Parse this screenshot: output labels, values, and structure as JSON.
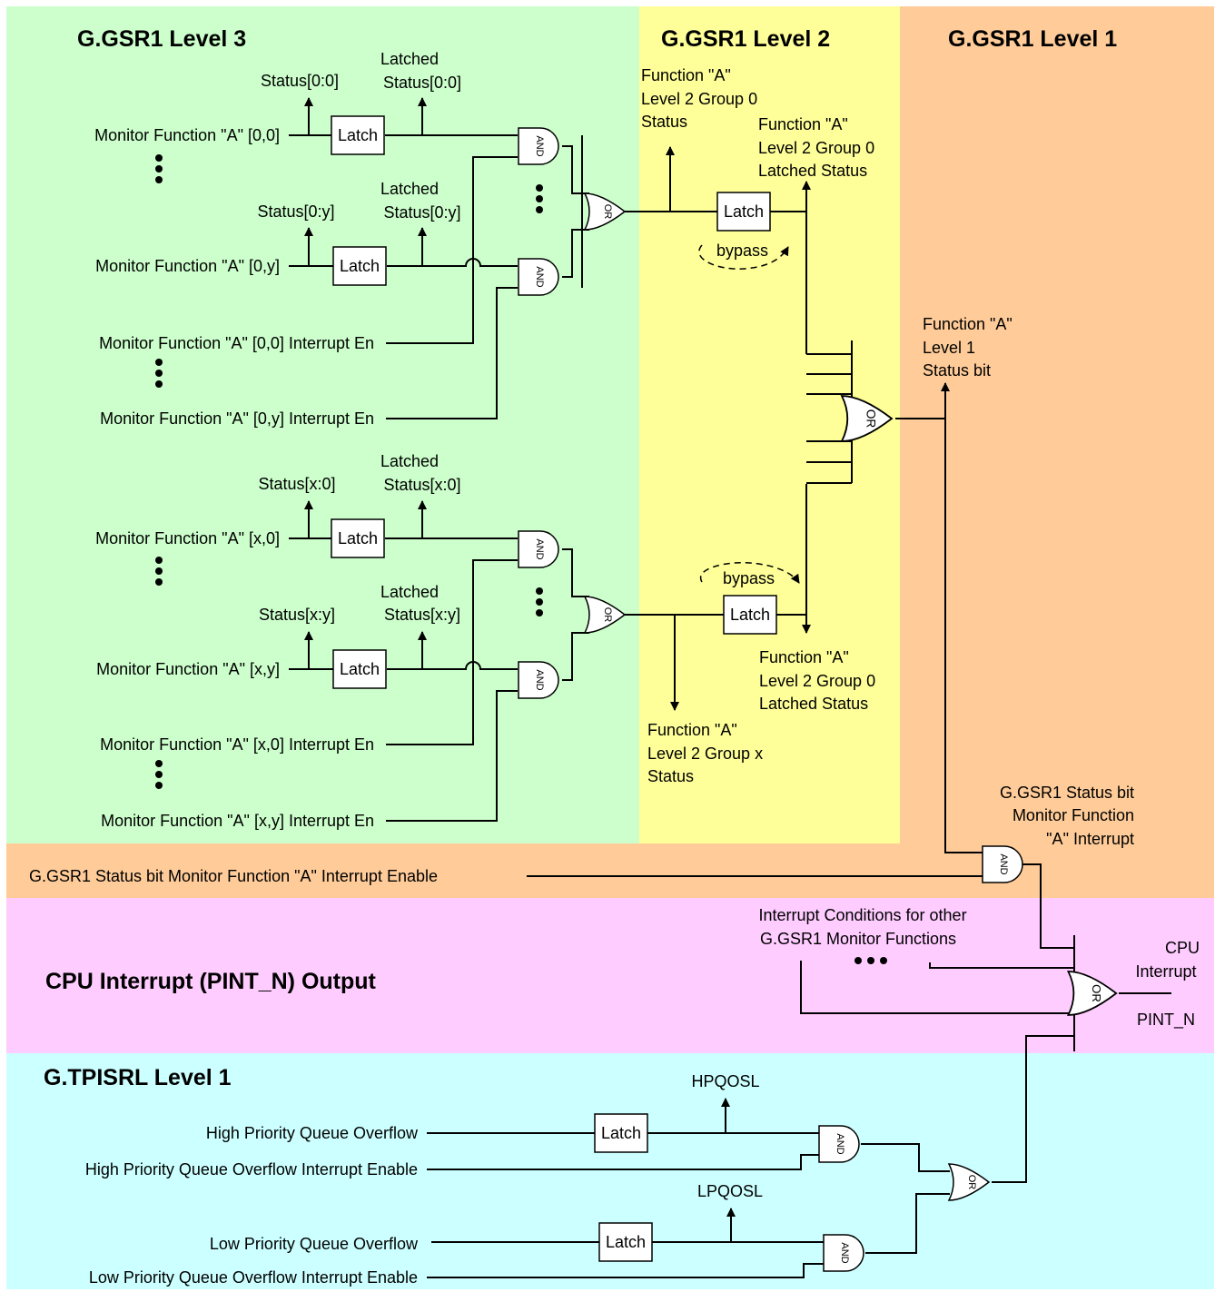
{
  "colors": {
    "level3_bg": "#ccffcc",
    "level2_bg": "#ffff99",
    "level1_bg": "#ffcc99",
    "cpu_bg": "#ffccff",
    "tpisrl_bg": "#ccffff"
  },
  "headings": {
    "level3": "G.GSR1 Level 3",
    "level2": "G.GSR1 Level 2",
    "level1": "G.GSR1 Level 1",
    "cpu": "CPU Interrupt (PINT_N) Output",
    "tpisrl": "G.TPISRL Level 1"
  },
  "gates": {
    "and": "AND",
    "or": "OR"
  },
  "latch": "Latch",
  "bypass": "bypass",
  "level3": {
    "inputs": [
      "Monitor Function \"A\" [0,0]",
      "Monitor Function \"A\" [0,y]",
      "Monitor Function \"A\" [0,0] Interrupt En",
      "Monitor Function \"A\" [0,y] Interrupt En",
      "Monitor Function \"A\" [x,0]",
      "Monitor Function \"A\" [x,y]",
      "Monitor Function \"A\" [x,0] Interrupt En",
      "Monitor Function \"A\" [x,y] Interrupt En"
    ],
    "status": [
      "Status[0:0]",
      "Status[0:y]",
      "Status[x:0]",
      "Status[x:y]"
    ],
    "latched_word": "Latched",
    "latched": [
      "Status[0:0]",
      "Status[0:y]",
      "Status[x:0]",
      "Status[x:y]"
    ]
  },
  "level2": {
    "group0_status": [
      "Function \"A\"",
      "Level 2 Group 0",
      "Status"
    ],
    "group0_latched_top": [
      "Function \"A\"",
      "Level 2 Group 0",
      "Latched Status"
    ],
    "group0_latched_bottom": [
      "Function \"A\"",
      "Level 2 Group 0",
      "Latched Status"
    ],
    "groupx_status": [
      "Function \"A\"",
      "Level 2 Group x",
      "Status"
    ]
  },
  "level1": {
    "status_bit": [
      "Function \"A\"",
      "Level 1",
      "Status bit"
    ],
    "interrupt": [
      "G.GSR1 Status bit",
      "Monitor Function",
      "\"A\" Interrupt"
    ],
    "enable": "G.GSR1 Status bit Monitor Function \"A\" Interrupt Enable"
  },
  "cpu": {
    "other": [
      "Interrupt Conditions for other",
      "G.GSR1 Monitor Functions"
    ],
    "output": [
      "CPU",
      "Interrupt",
      "PINT_N"
    ]
  },
  "tpisrl": {
    "hp_overflow": "High Priority Queue Overflow",
    "hp_enable": "High Priority Queue Overflow Interrupt Enable",
    "hpqosl": "HPQOSL",
    "lp_overflow": "Low Priority Queue Overflow",
    "lp_enable": "Low Priority Queue Overflow Interrupt Enable",
    "lpqosl": "LPQOSL"
  }
}
